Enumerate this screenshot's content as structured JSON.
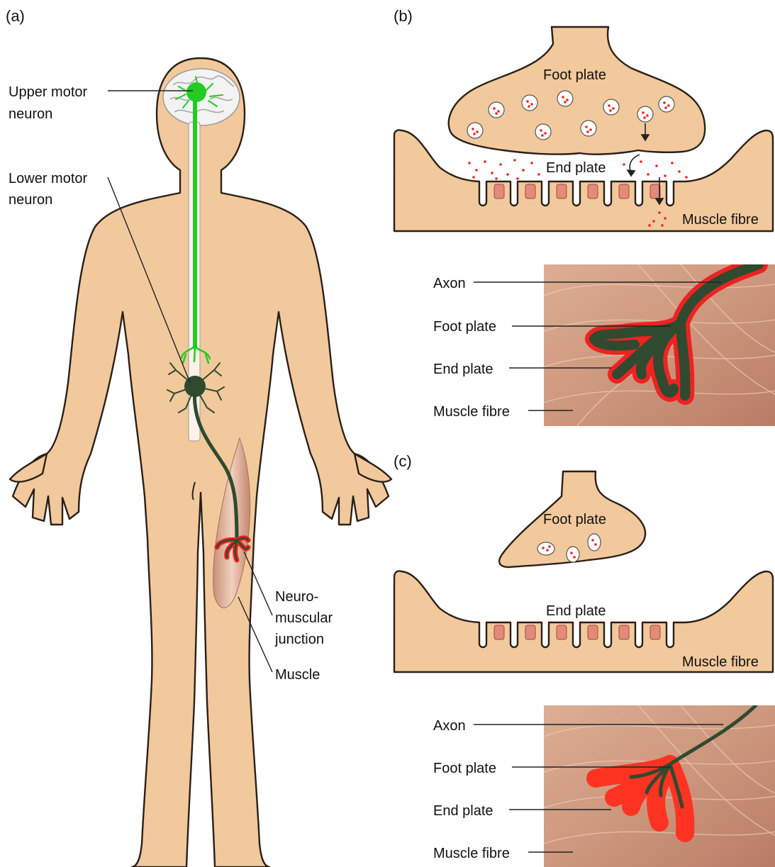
{
  "panels": {
    "a": "(a)",
    "b": "(b)",
    "c": "(c)"
  },
  "body_labels": {
    "upper_motor_1": "Upper motor",
    "upper_motor_2": "neuron",
    "lower_motor_1": "Lower motor",
    "lower_motor_2": "neuron",
    "nmj_1": "Neuro-",
    "nmj_2": "muscular",
    "nmj_3": "junction",
    "muscle": "Muscle"
  },
  "panel_b": {
    "foot_plate": "Foot plate",
    "end_plate": "End plate",
    "muscle_fibre": "Muscle fibre",
    "inset": {
      "axon": "Axon",
      "foot_plate": "Foot plate",
      "end_plate": "End plate",
      "muscle_fibre": "Muscle fibre"
    }
  },
  "panel_c": {
    "foot_plate": "Foot plate",
    "end_plate": "End plate",
    "muscle_fibre": "Muscle fibre",
    "inset": {
      "axon": "Axon",
      "foot_plate": "Foot plate",
      "end_plate": "End plate",
      "muscle_fibre": "Muscle fibre"
    }
  },
  "colors": {
    "skin": "#f2c99c",
    "upper_neuron": "#22cc22",
    "lower_neuron": "#2f4a2f",
    "acetylcholine": "#ee2222",
    "receptor": "#e38a7a",
    "muscle": "#cf9a80"
  }
}
